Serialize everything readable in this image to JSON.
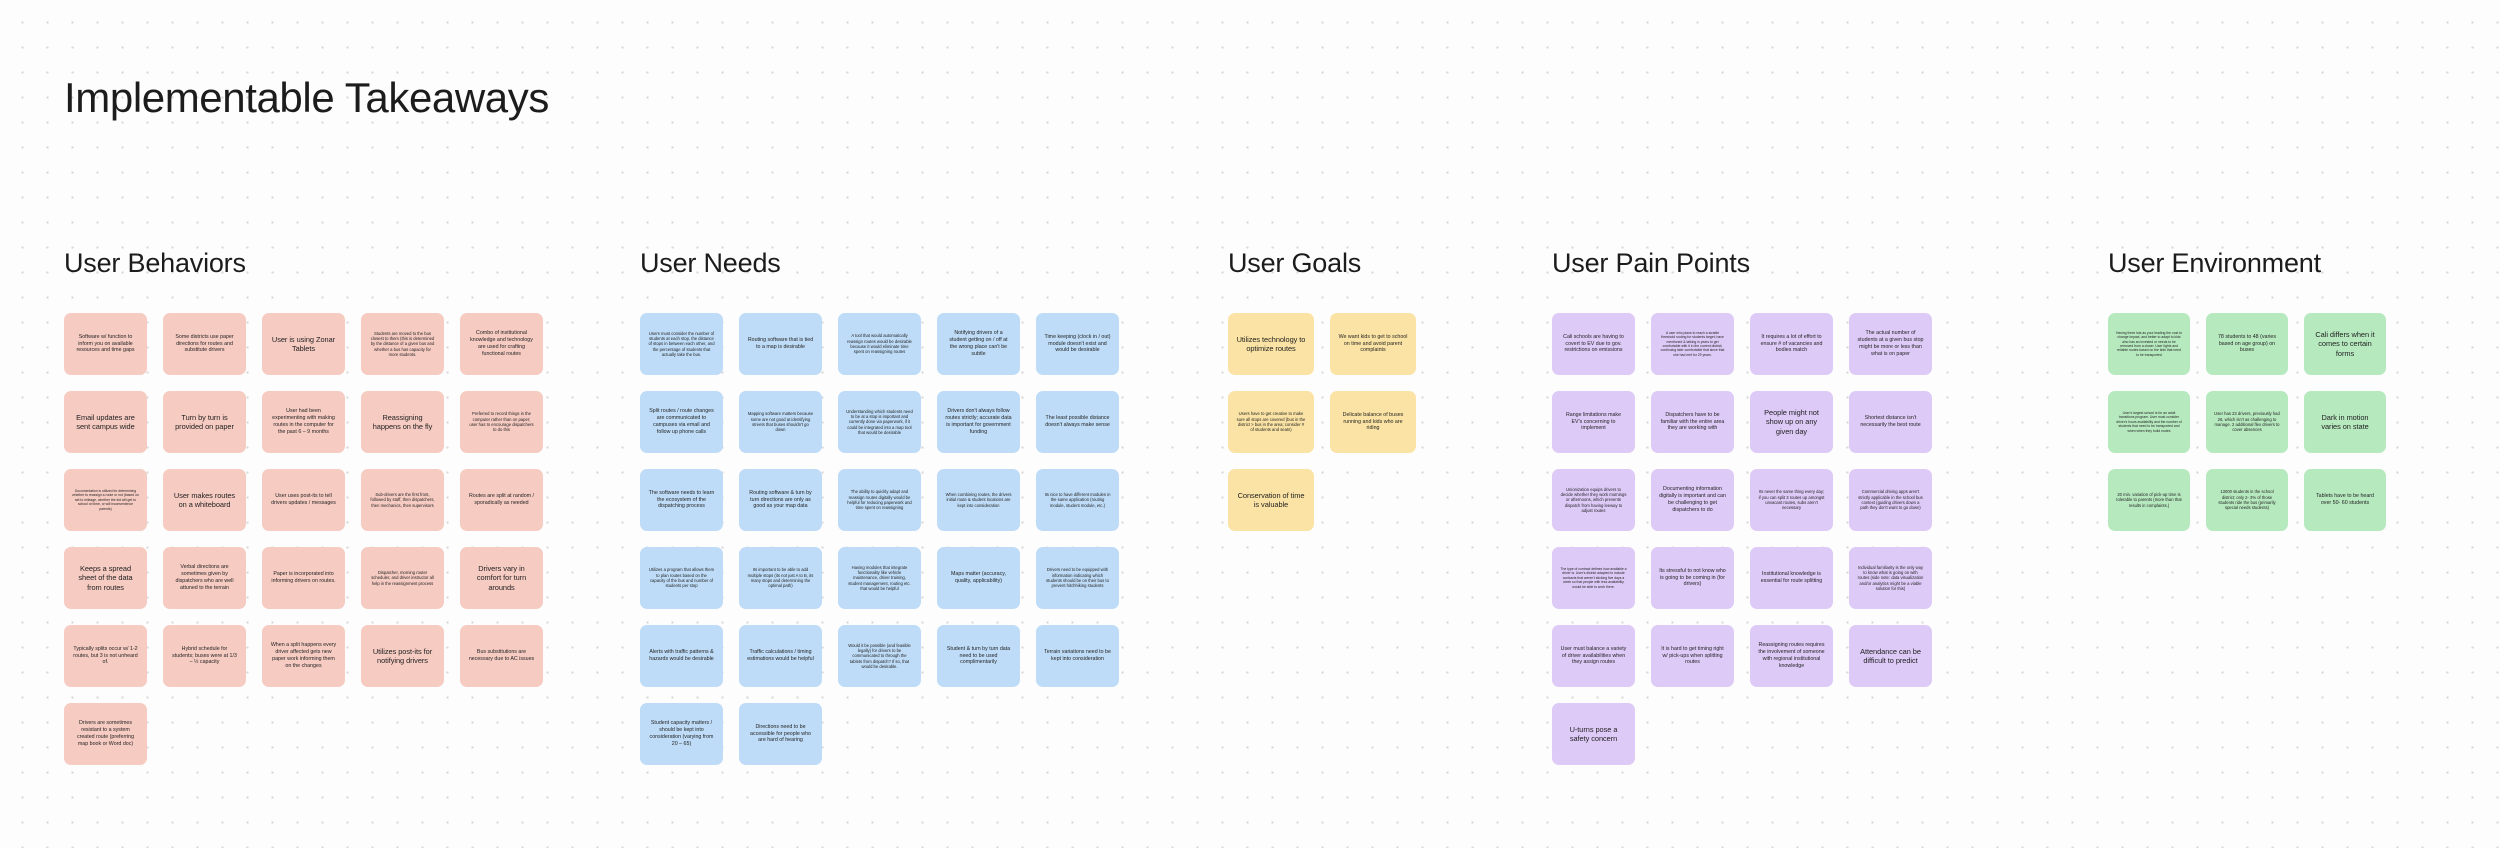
{
  "page": {
    "title": "Implementable Takeaways"
  },
  "colors": {
    "behaviors": "#f6cbc2",
    "needs": "#bedcf7",
    "goals": "#fae3a4",
    "pain": "#ddcaf7",
    "environment": "#b7e9bf",
    "canvas": "#fdfdfd",
    "text": "#1f1f1f"
  },
  "sections": [
    {
      "id": "behaviors",
      "title": "User Behaviors",
      "columns": [
        [
          "Software w/ function to inform you on available resources and time gaps",
          "Email updates are sent campus wide",
          "Documentation is utilized for determining whether to reassign a route or not (based on set to mileage, whether the kid will get to school on time, or will inconvenience parents)",
          "Keeps a spread sheet of the data from routes",
          "Typically splits occur w/ 1-2 routes, but 3 is not unheard of.",
          "Drivers are sometimes resistant to a system created route (preferring map book or Word doc)"
        ],
        [
          "Some districts use paper directions for routes and substitute drivers",
          "Turn by turn is provided on paper",
          "User makes routes on a whiteboard",
          "Verbal directions are sometimes given by dispatchers who are well attuned to the terrain",
          "Hybrid schedule for students; buses were at 1/3 – ½ capacity"
        ],
        [
          "User is using Zonar Tablets",
          "User had been experimenting with making routes in the computer for the past 6 – 9 months",
          "User uses post-its to tell drivers updates / messages",
          "Paper is incorporated into informing drivers on routes.",
          "When a split happens every driver affected gets new paper work informing them on the changes"
        ],
        [
          "Students are moved to the bus closest to them (this is determined by the distance of a given bus and whether a bus has capacity for more students.",
          "Reassigning happens on the fly",
          "Sub-drivers are the first front, followed by staff, then dispatchers, then mechanics, then supervisors",
          "Dispatcher, morning router scheduler, and driver instructor all help in the reassignment process",
          "Utilizes post-its for notifying drivers"
        ],
        [
          "Combo of institutional knowledge and technology are used for crafting functional routes",
          "Preferred to record things in the computer rather than on paper; user has to encourage dispatchers to do this",
          "Routes are split at random / sporadically as needed",
          "Drivers vary in comfort for turn arounds",
          "Bus substitutions are necessary due to AC issues"
        ]
      ]
    },
    {
      "id": "needs",
      "title": "User Needs",
      "columns": [
        [
          "Users must consider the number of students at each stop, the distance of stops in between each other, and the percentage of students that actually take the bus.",
          "Split routes / route changes are communicated to campuses via email and follow up phone calls",
          "The software needs to learn the ecosystem of the dispatching process",
          "Utilizes a program that allows them to plan routes based on the capacity of the bus and number of students per stop",
          "Alerts with traffic patterns & hazards would be desirable",
          "Student capacity matters / should be kept into consideration (varying from 20 – 65)"
        ],
        [
          "Routing software that is tied to a map is desirable",
          "Mapping software matters because some are not good at identifying streets that buses shouldn't go down",
          "Routing software & turn by turn directions are only as good as your map data",
          "Its important to be able to add multiple stops (its not just A to B, its many stops and determining the optimal path)",
          "Traffic calculations / timing estimations would be helpful",
          "Directions need to be accessible for people who are hard of hearing"
        ],
        [
          "A tool that would automatically reassign routes would be desirable because it would eliminate time spent on reassigning routes",
          "Understanding which students need to be at a stop is important and currently done via paperwork, if it could be integrated into a map tool that would be desirable",
          "The ability to quickly adapt and reassign routes digitally would be helpful for reducing paperwork and time spent on reassigning",
          "Having modules that integrate functionality like vehicle maintenance, driver training, student management, routing etc. that would be helpful",
          "Would it be possible (and feasible legally) for drivers to be communicated to through the tablets from dispatch? If so, that would be desirable."
        ],
        [
          "Notifying drivers of a student getting on / off at the wrong place can't be subtle",
          "Drivers don't always follow routes strictly; accurate data is important for government funding",
          "When combining routes, the drivers initial route & student locations are kept into consideration",
          "Maps matter (accuracy, quality, applicability)",
          "Student & turn by turn data need to be used complimentarily"
        ],
        [
          "Time keeping (clock in / out) module doesn't exist and would be desirable",
          "The least possible distance doesn't always make sense",
          "Its nice to have different modules in the same application (routing module, student module, etc.)",
          "Drivers need to be equipped with information indicating which students should be on their bus to prevent hitchhiking students",
          "Terrain variations need to be kept into consideration"
        ]
      ]
    },
    {
      "id": "goals",
      "title": "User Goals",
      "columns": [
        [
          "Utilizes technology to optimize routes",
          "Users have to get creative to make sure all stops are covered (bus in the district > bus in the area; consider # of students and seats)",
          "Conservation of time is valuable"
        ],
        [
          "We want kids to get to school on time and avoid parent complaints",
          "Delicate balance of buses running and kids who are riding"
        ]
      ]
    },
    {
      "id": "pain",
      "title": "User Pain Points",
      "columns": [
        [
          "Cali schools are having to covert to EV due to gov. restrictions on emissions",
          "Range limitations make EV's concerning to implement",
          "Unionization equips drivers to decide whether they work mornings or afternoons, which prevents dispatch from having leeway to adjust routes",
          "The type of contract defines how available a driver is. User's district adapted to include contracts that weren't sticking five days a week so that people with less availability would be able to work there.",
          "User must balance a variety of driver availabilities when they assign routes",
          "U-turns pose a safety concern"
        ],
        [
          "A user who plans to reach a sizable threshold routing for students target; have mentioned & talking in years to get comfortable with it in the current district; continuing later comfortable that since that she had met for 29 years.",
          "Dispatchers have to be familiar with the entire area they are working with",
          "Documenting information digitally is important and can be challenging to get dispatchers to do",
          "Its stressful to not know who is going to be coming in (for drivers)",
          "It is hard to get timing right w/ pick-ups when splitting routes"
        ],
        [
          "It requires a lot of effort to ensure # of vacancies and bodies match",
          "People might not show up on any given day",
          "Its never the same thing every day; if you can split 3 routes up amongst unvacant routes, subs aren't necessary",
          "Institutional knowledge is essential for route splitting",
          "Reassigning routes requires the involvement of someone with regional institutional knowledge"
        ],
        [
          "The actual number of students at a given bus stop might be more or less than what is on paper",
          "Shortest distance isn't necessarily the best route",
          "Commercial driving apps aren't strictly applicable in the school bus context (guiding drivers down a path they don't want to go down)",
          "Individual familiarity is the only way to know what is going on with routes (side note: data visualization and/or analytics might be a viable solution for this)",
          "Attendance can be difficult to predict"
        ]
      ]
    },
    {
      "id": "environment",
      "title": "User Environment",
      "columns": [
        [
          "Having three lots as your leading the cost to change impact, and better to adapt to kids who has an invested or needs to be removed from a closer. User lights and reliable routes based on the kids that need to be transported",
          "User's largest school is for an adult transitions program. User must consider driver's hours availability and the number of students that need to be transported and when when they build routes",
          "20 min. variation of pick-up time is tolerable to parents (more than that results in complaints.)"
        ],
        [
          "78 students to 48 (varies based on age group) on buses",
          "User has 23 drivers, previously had 26, which isn't as challenging to manage. 2 additional flex drivers to cover absences",
          "13000 students in the school district; only 2- 3% of those students ride the bus (primarily special needs students)"
        ],
        [
          "Cali differs when it comes to certain forms",
          "Dark in motion varies on state",
          "Tablets have to be heard over 50- 60 students"
        ]
      ]
    }
  ]
}
